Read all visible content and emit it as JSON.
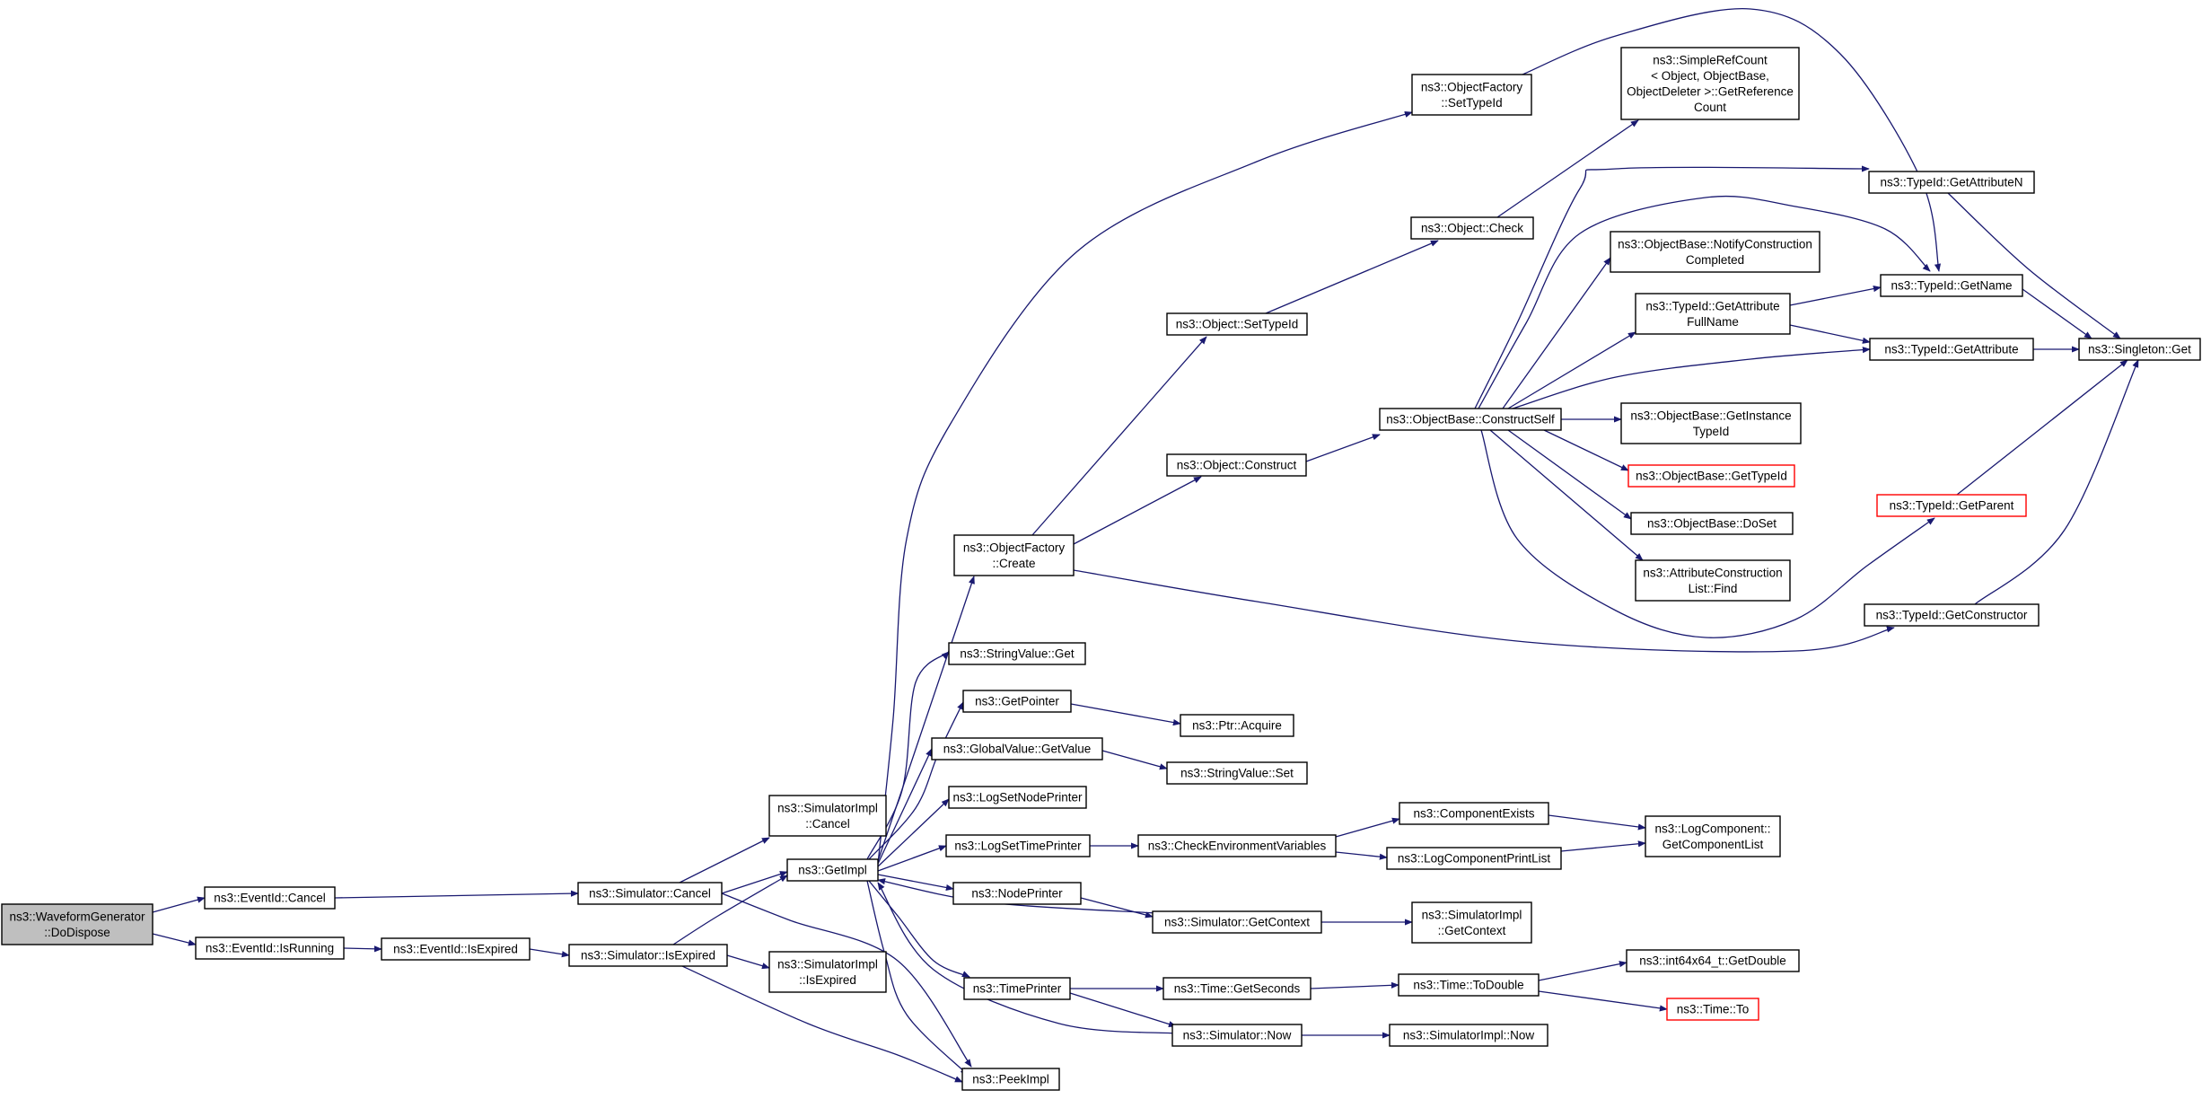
{
  "colors": {
    "edge": "#191970",
    "root_fill": "#bfbfbf",
    "node_border": "#000000",
    "incomplete_border": "#ff0000"
  },
  "nodes": {
    "n_waveform": [
      "ns3::WaveformGenerator",
      "::DoDispose"
    ],
    "n_eventid_cancel": [
      "ns3::EventId::Cancel"
    ],
    "n_eventid_isrunning": [
      "ns3::EventId::IsRunning"
    ],
    "n_eventid_isexpired": [
      "ns3::EventId::IsExpired"
    ],
    "n_sim_cancel": [
      "ns3::Simulator::Cancel"
    ],
    "n_sim_isexpired": [
      "ns3::Simulator::IsExpired"
    ],
    "n_simimpl_cancel": [
      "ns3::SimulatorImpl",
      "::Cancel"
    ],
    "n_getimpl": [
      "ns3::GetImpl"
    ],
    "n_simimpl_isexpired": [
      "ns3::SimulatorImpl",
      "::IsExpired"
    ],
    "n_peekimpl": [
      "ns3::PeekImpl"
    ],
    "n_objfactory_create": [
      "ns3::ObjectFactory",
      "::Create"
    ],
    "n_stringvalue_get": [
      "ns3::StringValue::Get"
    ],
    "n_getpointer": [
      "ns3::GetPointer"
    ],
    "n_globalvalue_getvalue": [
      "ns3::GlobalValue::GetValue"
    ],
    "n_logsetnodeprinter": [
      "ns3::LogSetNodePrinter"
    ],
    "n_logsettimeprinter": [
      "ns3::LogSetTimePrinter"
    ],
    "n_nodeprinter": [
      "ns3::NodePrinter"
    ],
    "n_timeprinter": [
      "ns3::TimePrinter"
    ],
    "n_objfactory_settypeid": [
      "ns3::ObjectFactory",
      "::SetTypeId"
    ],
    "n_object_settypeid": [
      "ns3::Object::SetTypeId"
    ],
    "n_object_construct": [
      "ns3::Object::Construct"
    ],
    "n_object_check": [
      "ns3::Object::Check"
    ],
    "n_constructself": [
      "ns3::ObjectBase::ConstructSelf"
    ],
    "n_simplerefcount": [
      "ns3::SimpleRefCount",
      "< Object, ObjectBase,",
      "ObjectDeleter >::GetReference",
      "Count"
    ],
    "n_notifyconstruction": [
      "ns3::ObjectBase::NotifyConstruction",
      "Completed"
    ],
    "n_getattributefullname": [
      "ns3::TypeId::GetAttribute",
      "FullName"
    ],
    "n_getinstancetypeid": [
      "ns3::ObjectBase::GetInstance",
      "TypeId"
    ],
    "n_objectbase_gettypeid": [
      "ns3::ObjectBase::GetTypeId"
    ],
    "n_objectbase_doset": [
      "ns3::ObjectBase::DoSet"
    ],
    "n_attrconstruction_find": [
      "ns3::AttributeConstruction",
      "List::Find"
    ],
    "n_typeid_getattributen": [
      "ns3::TypeId::GetAttributeN"
    ],
    "n_typeid_getname": [
      "ns3::TypeId::GetName"
    ],
    "n_typeid_getattribute": [
      "ns3::TypeId::GetAttribute"
    ],
    "n_typeid_getparent": [
      "ns3::TypeId::GetParent"
    ],
    "n_typeid_getconstructor": [
      "ns3::TypeId::GetConstructor"
    ],
    "n_singleton_get": [
      "ns3::Singleton::Get"
    ],
    "n_ptr_acquire": [
      "ns3::Ptr::Acquire"
    ],
    "n_stringvalue_set": [
      "ns3::StringValue::Set"
    ],
    "n_checkenv": [
      "ns3::CheckEnvironmentVariables"
    ],
    "n_componentexists": [
      "ns3::ComponentExists"
    ],
    "n_logcomponentprintlist": [
      "ns3::LogComponentPrintList"
    ],
    "n_logcomponent_getlist": [
      "ns3::LogComponent::",
      "GetComponentList"
    ],
    "n_sim_getcontext": [
      "ns3::Simulator::GetContext"
    ],
    "n_simimpl_getcontext": [
      "ns3::SimulatorImpl",
      "::GetContext"
    ],
    "n_time_getseconds": [
      "ns3::Time::GetSeconds"
    ],
    "n_time_todouble": [
      "ns3::Time::ToDouble"
    ],
    "n_int64_getdouble": [
      "ns3::int64x64_t::GetDouble"
    ],
    "n_time_to": [
      "ns3::Time::To"
    ],
    "n_sim_now": [
      "ns3::Simulator::Now"
    ],
    "n_simimpl_now": [
      "ns3::SimulatorImpl::Now"
    ]
  }
}
